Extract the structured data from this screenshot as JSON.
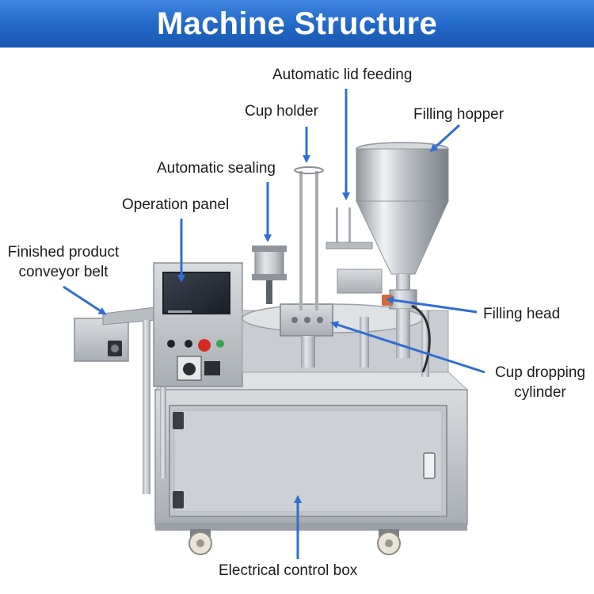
{
  "header": {
    "title": "Machine Structure"
  },
  "labels": {
    "lid_feeding": "Automatic lid feeding",
    "cup_holder": "Cup holder",
    "filling_hopper": "Filling hopper",
    "auto_sealing": "Automatic sealing",
    "operation_panel": "Operation panel",
    "conveyor_line1": "Finished product",
    "conveyor_line2": "conveyor belt",
    "filling_head": "Filling head",
    "cup_dropping_line1": "Cup dropping",
    "cup_dropping_line2": "cylinder",
    "control_box": "Electrical control box"
  },
  "colors": {
    "banner": "#2167c6",
    "arrow": "#2f6fd0",
    "steel": "#c9cdd2",
    "label_text": "#1c1c1c"
  }
}
